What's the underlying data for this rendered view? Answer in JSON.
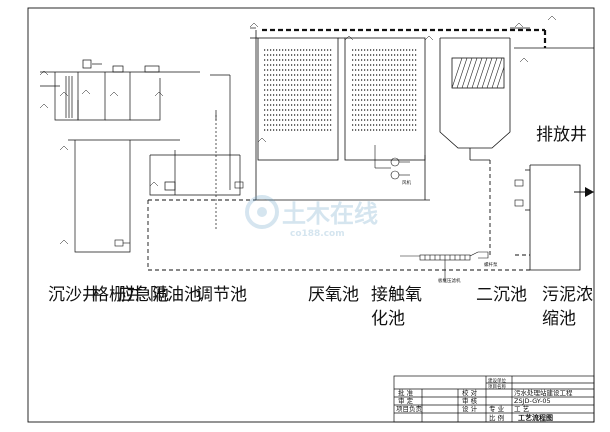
{
  "units": [
    {
      "label": "沉沙井"
    },
    {
      "label": "格栅井"
    },
    {
      "label": "应急池"
    },
    {
      "label": "隔油池"
    },
    {
      "label": "调节池"
    },
    {
      "label": "厌氧池"
    },
    {
      "label": "接触氧"
    },
    {
      "label": "化池"
    },
    {
      "label": "二沉池"
    },
    {
      "label": "污泥浓"
    },
    {
      "label": "缩池"
    }
  ],
  "discharge_label": "排放井",
  "equipment_labels": {
    "filter_press": "板框压滤机",
    "sludge_pump": "螺杆泵",
    "blower": "风机"
  },
  "title_block": {
    "drawing_title": "工艺流程图",
    "project_name_caption": "项目名称",
    "project_name": "污水处理站建设工程",
    "build_unit_caption": "建设单位",
    "design_no": "ZSJD-GY-05",
    "specialty": "工 艺",
    "row_labels": [
      "批 准",
      "审 定",
      "项目负责",
      "校 对",
      "审 核",
      "设 计"
    ],
    "right_captions": [
      "专 业",
      "比 例"
    ]
  },
  "watermark": {
    "main": "土木在线",
    "sub": "co188.com"
  }
}
